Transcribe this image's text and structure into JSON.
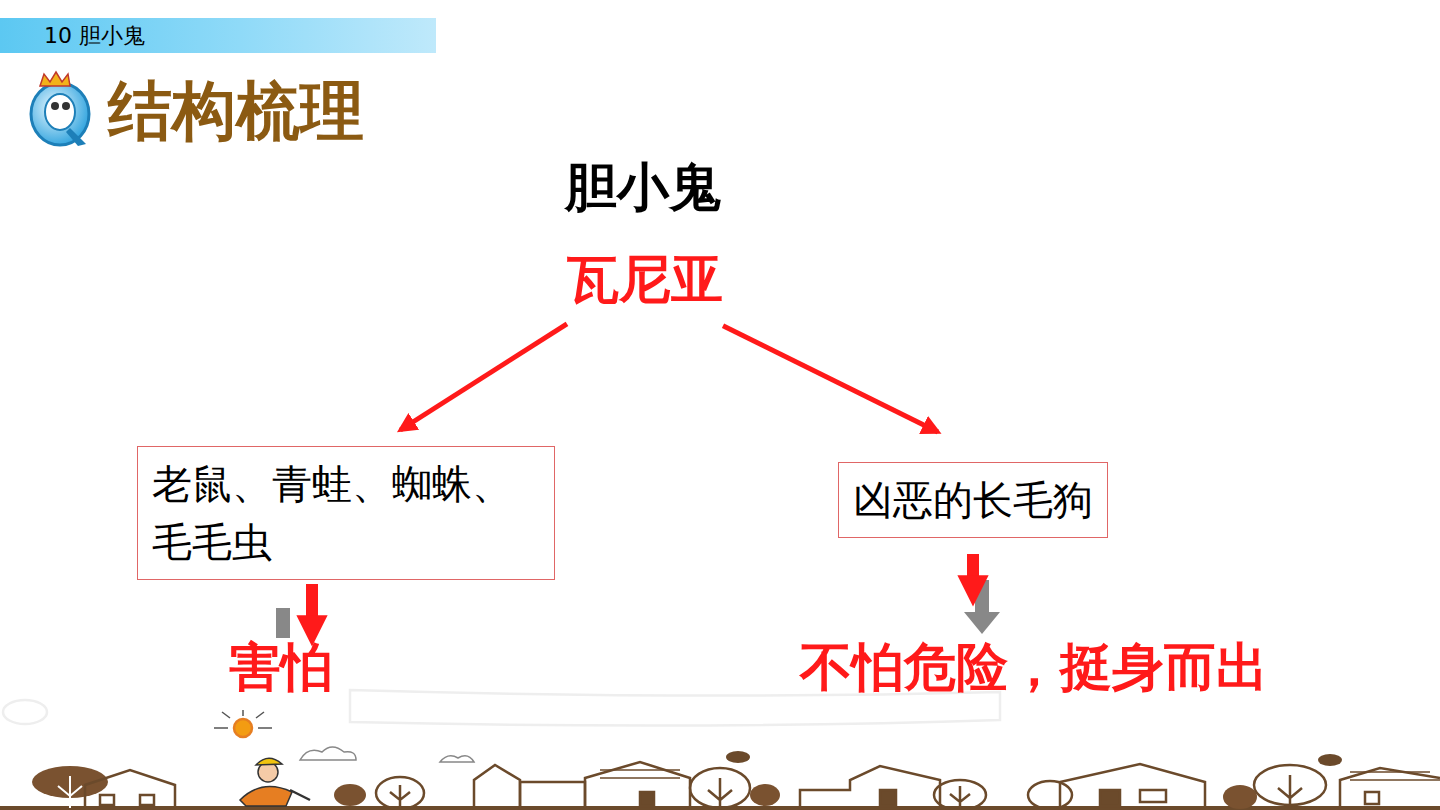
{
  "diagram": {
    "title": "结构梳理",
    "nodes": [
      {
        "text": [
          "10 胆小鬼"
        ]
      },
      {
        "text": [
          "瓦尼亚"
        ]
      },
      {
        "text": [
          "老鼠、青蛙、蜘蛛、毛毛虫"
        ]
      },
      {
        "text": [
          "凶恶的长毛狗"
        ]
      },
      {
        "text": [
          "害怕"
        ]
      },
      {
        "text": [
          "不怕危险，挺身而出"
        ]
      }
    ],
    "edges": [
      {
        "from": 1,
        "to": 2,
        "arrow": "to"
      },
      {
        "from": 1,
        "to": 3,
        "arrow": "to"
      },
      {
        "from": 2,
        "to": 4,
        "arrow": "to"
      },
      {
        "from": 3,
        "to": 5,
        "arrow": "to"
      }
    ],
    "labels": [
      "胆小鬼"
    ]
  }
}
